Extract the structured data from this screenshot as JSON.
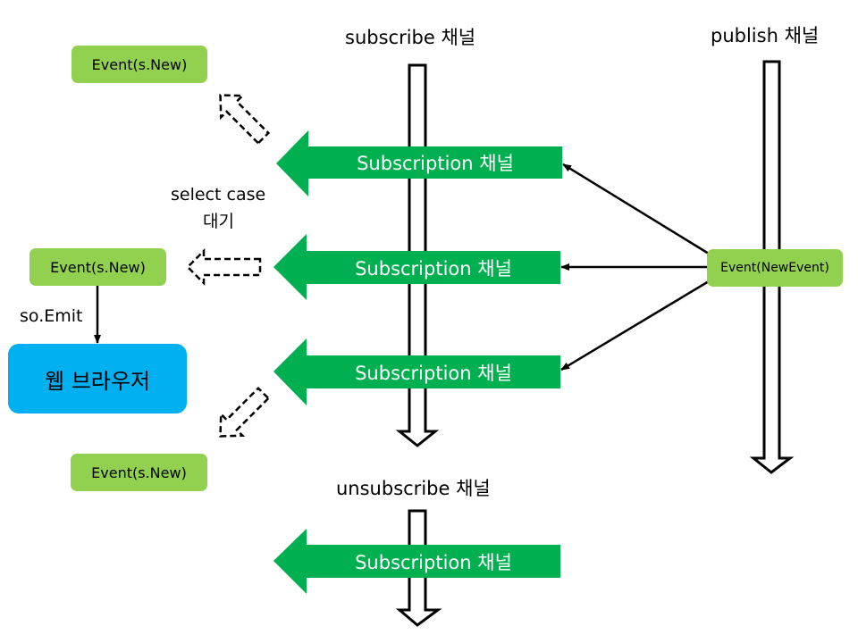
{
  "channels": {
    "subscribe_label": "subscribe 채널",
    "publish_label": "publish 채널",
    "unsubscribe_label": "unsubscribe 채널"
  },
  "subscription_arrows": [
    {
      "label": "Subscription 채널"
    },
    {
      "label": "Subscription 채널"
    },
    {
      "label": "Subscription 채널"
    },
    {
      "label": "Subscription 채널"
    }
  ],
  "event_boxes": {
    "top": "Event(s.New)",
    "middle": "Event(s.New)",
    "bottom": "Event(s.New)",
    "publish_event": "Event(NewEvent)"
  },
  "annotations": {
    "select_case_line1": "select case",
    "select_case_line2": "대기",
    "emit": "so.Emit"
  },
  "browser": {
    "label": "웹 브라우저"
  },
  "colors": {
    "subscription_green": "#00b050",
    "event_green": "#92d050",
    "browser_blue": "#00b0f0"
  }
}
